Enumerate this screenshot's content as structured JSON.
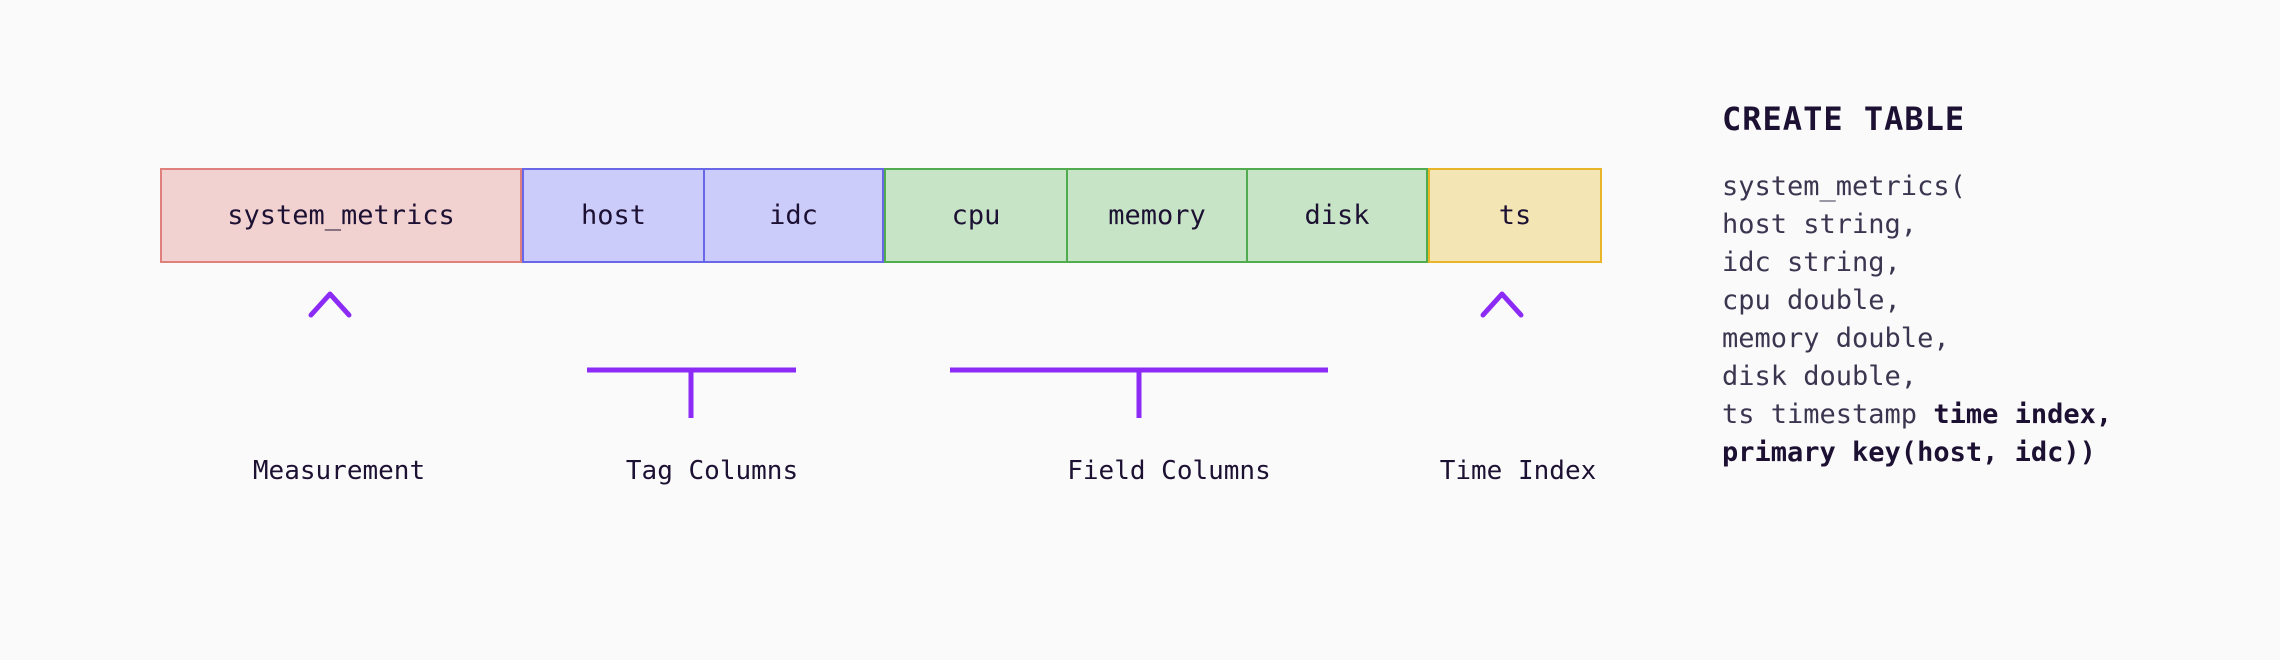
{
  "canvas": {
    "background": "#fafafa",
    "accent_purple": "#8b2bf5",
    "text_color": "#1d1133"
  },
  "diagram": {
    "groups": [
      {
        "id": "measurement",
        "kind": "measurement",
        "fill": "#f2d2d0",
        "stroke": "#e0807c",
        "caption": "Measurement",
        "connector": "arrow",
        "cells": [
          {
            "label": "system_metrics"
          }
        ]
      },
      {
        "id": "tag-columns",
        "kind": "tag",
        "fill": "#ccccfb",
        "stroke": "#6a66e8",
        "caption": "Tag Columns",
        "connector": "bracket",
        "cells": [
          {
            "label": "host"
          },
          {
            "label": "idc"
          }
        ]
      },
      {
        "id": "field-columns",
        "kind": "field",
        "fill": "#c7e5c6",
        "stroke": "#51ab4f",
        "caption": "Field Columns",
        "connector": "bracket",
        "cells": [
          {
            "label": "cpu"
          },
          {
            "label": "memory"
          },
          {
            "label": "disk"
          }
        ]
      },
      {
        "id": "time-index",
        "kind": "time",
        "fill": "#f3e5b4",
        "stroke": "#e9b528",
        "caption": "Time Index",
        "connector": "arrow",
        "cells": [
          {
            "label": "ts"
          }
        ]
      }
    ]
  },
  "sql": {
    "title": "CREATE TABLE",
    "lines": [
      {
        "text": "system_metrics(",
        "bold": false
      },
      {
        "text": "host string,",
        "bold": false
      },
      {
        "text": "idc string,",
        "bold": false
      },
      {
        "text": "cpu double,",
        "bold": false
      },
      {
        "text": "memory double,",
        "bold": false
      },
      {
        "text": "disk double,",
        "bold": false
      },
      {
        "text": "ts timestamp ",
        "bold": false,
        "bold_tail": "time index,"
      },
      {
        "text": "primary key(host, idc))",
        "bold": true
      }
    ]
  }
}
